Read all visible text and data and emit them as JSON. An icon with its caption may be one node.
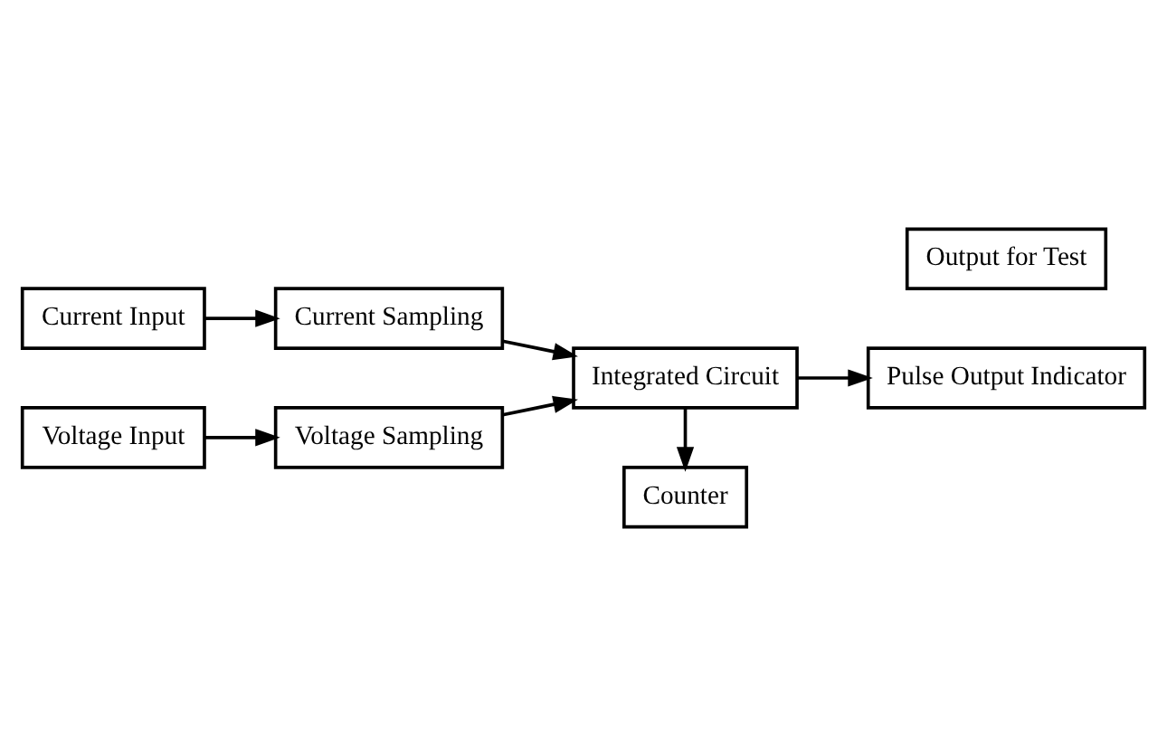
{
  "diagram": {
    "nodes": [
      {
        "text": [
          "Current Input"
        ]
      },
      {
        "text": [
          "Current Sampling"
        ]
      },
      {
        "text": [
          "Voltage Input"
        ]
      },
      {
        "text": [
          "Voltage Sampling"
        ]
      },
      {
        "text": [
          "Integrated Circuit"
        ]
      },
      {
        "text": [
          "Counter"
        ]
      },
      {
        "text": [
          "Pulse Output Indicator"
        ]
      },
      {
        "text": [
          "Output for Test"
        ]
      }
    ],
    "edges": [
      {
        "from": 0,
        "to": 1,
        "arrow": "to"
      },
      {
        "from": 1,
        "to": 4,
        "arrow": "to"
      },
      {
        "from": 2,
        "to": 3,
        "arrow": "to"
      },
      {
        "from": 3,
        "to": 4,
        "arrow": "to"
      },
      {
        "from": 4,
        "to": 5,
        "arrow": "to"
      },
      {
        "from": 4,
        "to": 6,
        "arrow": "to"
      }
    ]
  }
}
